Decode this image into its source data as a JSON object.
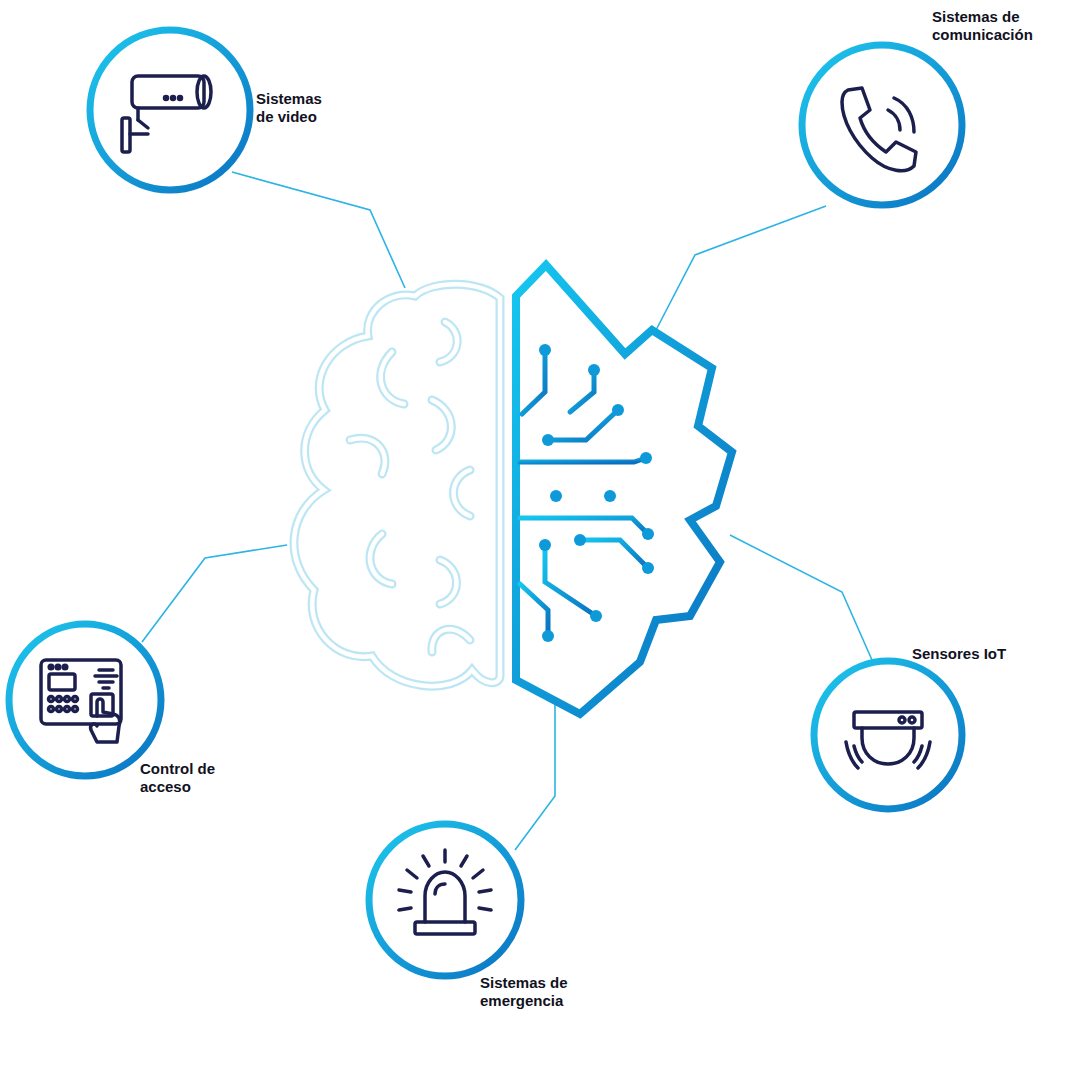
{
  "diagram": {
    "nodes": [
      {
        "text": [
          "Sistemas de video"
        ]
      },
      {
        "text": [
          "Sistemas de comunicación"
        ]
      },
      {
        "text": [
          "Sensores IoT"
        ]
      },
      {
        "text": [
          "Control de acceso"
        ]
      },
      {
        "text": [
          "Sistemas de emergencia"
        ]
      }
    ]
  }
}
